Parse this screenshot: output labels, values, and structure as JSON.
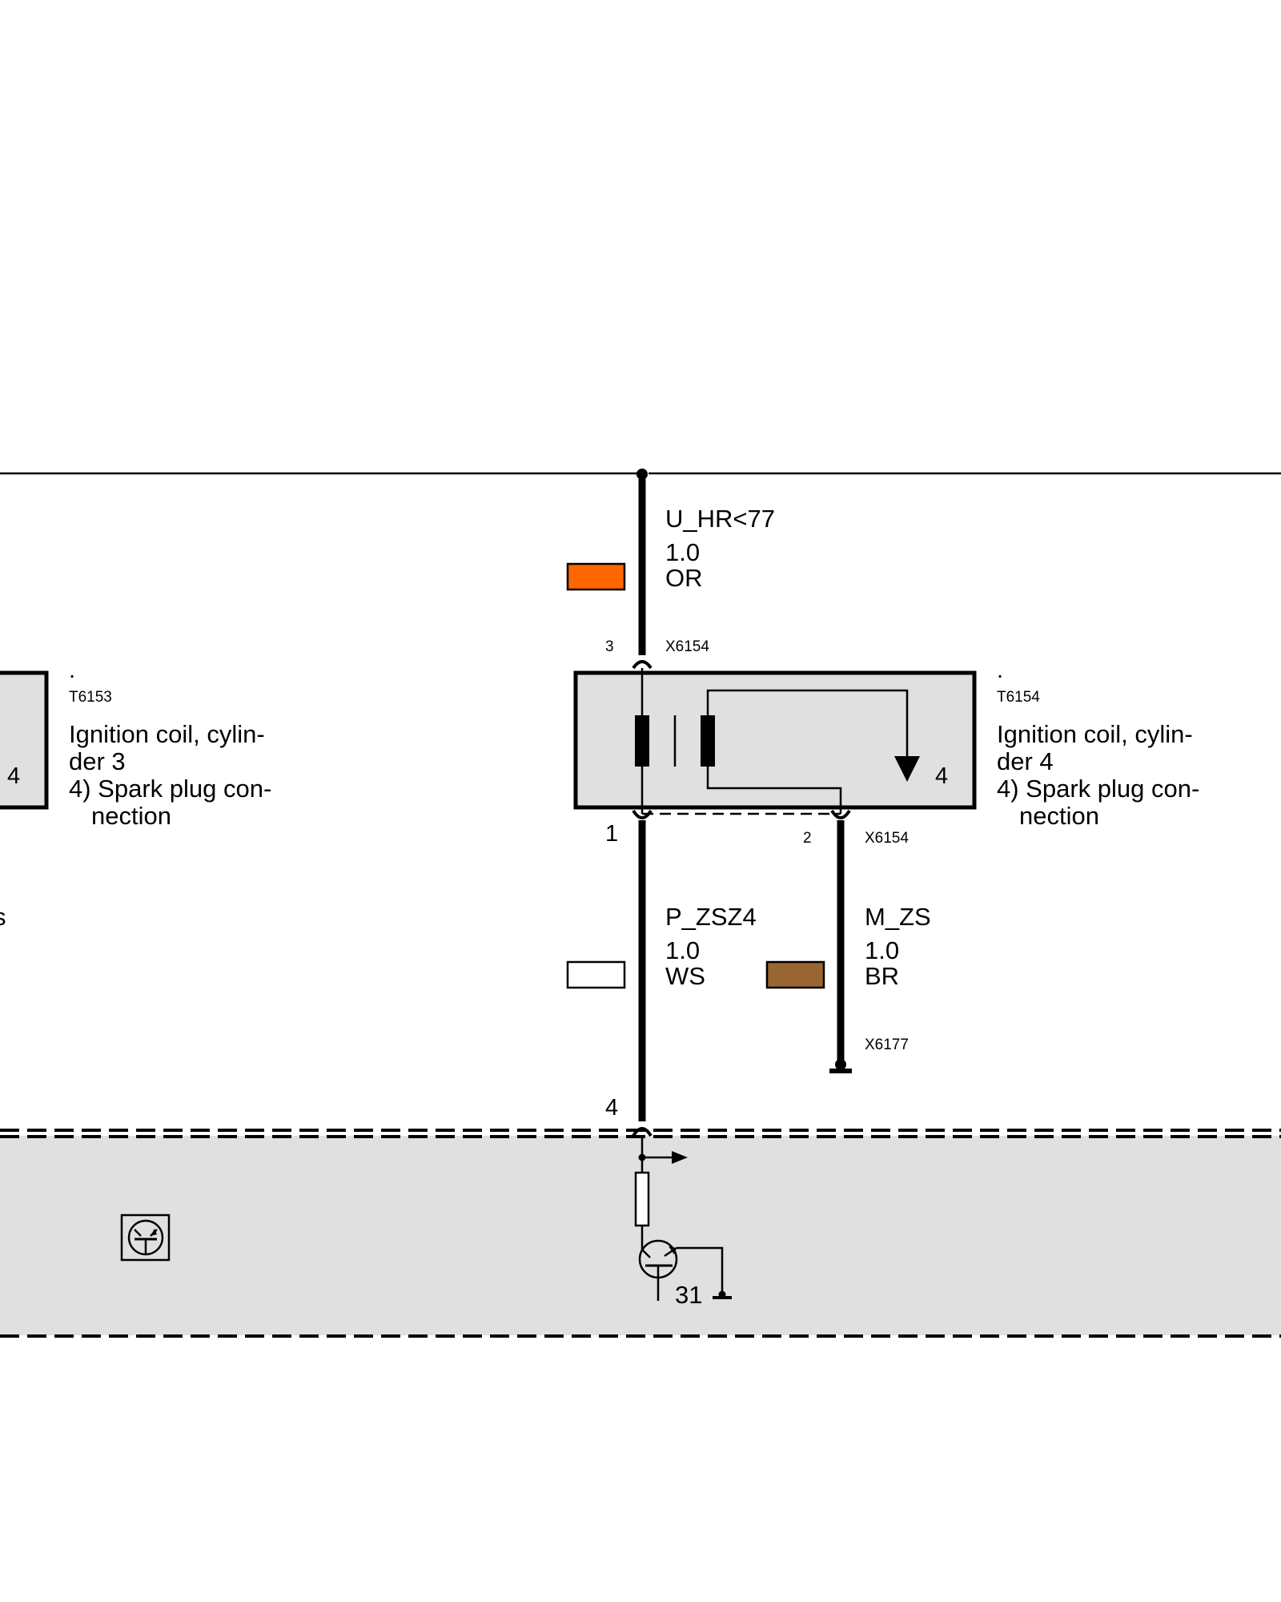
{
  "colors": {
    "wire_orange": "#ff6600",
    "wire_white": "#ffffff",
    "wire_brown": "#996633",
    "component_fill": "#e0e0e0",
    "ecu_fill": "#e0e0e0",
    "line": "#000000"
  },
  "wires": {
    "supply": {
      "signal": "U_HR<77",
      "size": "1.0",
      "color_code": "OR"
    },
    "ignition_signal": {
      "signal": "P_ZSZ4",
      "size": "1.0",
      "color_code": "WS"
    },
    "ground": {
      "signal": "M_ZS",
      "size": "1.0",
      "color_code": "BR"
    }
  },
  "connectors": {
    "top": {
      "id": "X6154",
      "pin": "3"
    },
    "bottom_left": {
      "pin": "1"
    },
    "bottom_right": {
      "id": "X6154",
      "pin": "2"
    },
    "ground_point": {
      "id": "X6177"
    },
    "ecu": {
      "pin": "4"
    }
  },
  "components": {
    "coil3": {
      "dot": ".",
      "id": "T6153",
      "name_line1": "Ignition coil, cylin-",
      "name_line2": "der 3",
      "note_line1": "4) Spark plug con-",
      "note_line2": "nection",
      "pin": "4"
    },
    "coil4": {
      "dot": ".",
      "id": "T6154",
      "name_line1": "Ignition coil, cylin-",
      "name_line2": "der 4",
      "note_line1": "4) Spark plug con-",
      "note_line2": "nection",
      "pin": "4"
    }
  },
  "ecu": {
    "ground_terminal": "31",
    "left_edge_fragment": "s"
  },
  "icons": [
    "transistor-symbol-icon",
    "ground-icon",
    "arrow-right-icon",
    "resistor-icon",
    "spark-arrow-icon"
  ]
}
